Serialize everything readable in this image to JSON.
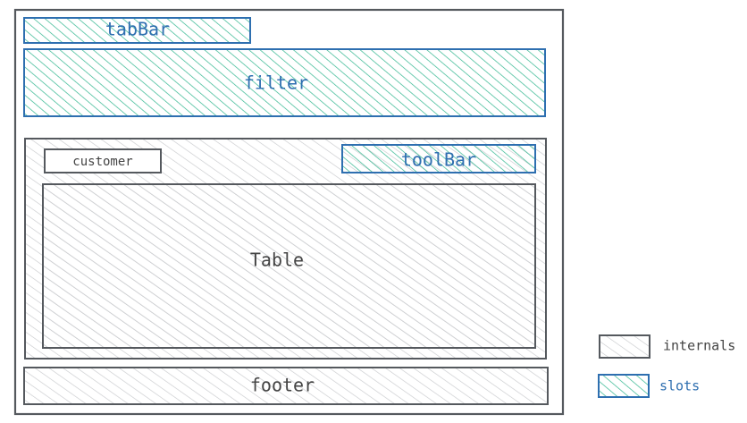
{
  "labels": {
    "tab_bar": "tabBar",
    "filter": "filter",
    "customer": "customer",
    "tool_bar": "toolBar",
    "table": "Table",
    "footer": "footer"
  },
  "legend": {
    "internals": "internals",
    "slots": "slots"
  },
  "colors": {
    "internals_stroke": "#55595e",
    "internals_hatch": "#c8cacd",
    "slots_stroke": "#2e6fb0",
    "slots_hatch": "#2fb58e",
    "slot_text": "#2e6fb0",
    "internal_text": "#444444"
  }
}
